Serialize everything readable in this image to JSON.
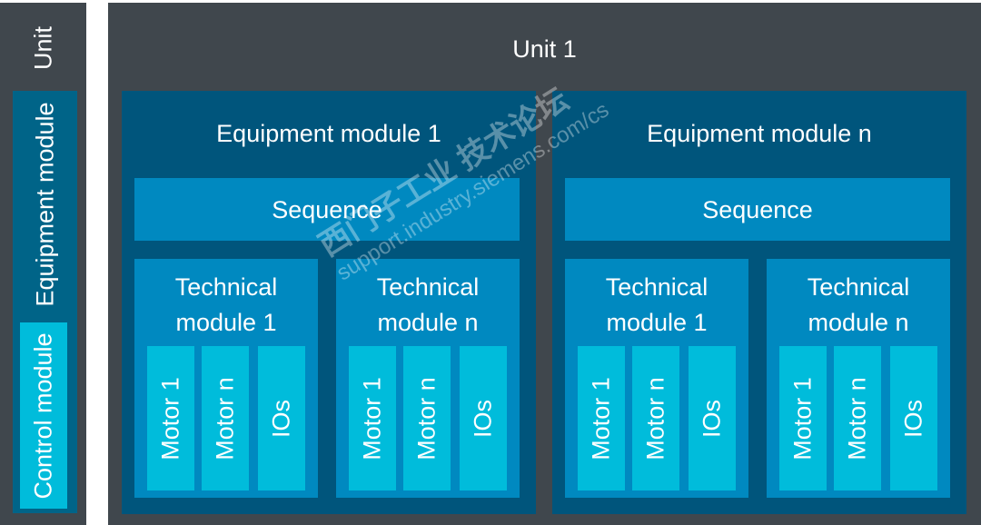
{
  "legend": {
    "unit": "Unit",
    "equipment_module": "Equipment module",
    "control_module": "Control module"
  },
  "unit": {
    "title": "Unit 1",
    "equipment_modules": [
      {
        "title": "Equipment module 1",
        "sequence": "Sequence",
        "technical_modules": [
          {
            "line1": "Technical",
            "line2": "module 1",
            "controls": [
              "Motor 1",
              "Motor n",
              "IOs"
            ]
          },
          {
            "line1": "Technical",
            "line2": "module n",
            "controls": [
              "Motor 1",
              "Motor n",
              "IOs"
            ]
          }
        ]
      },
      {
        "title": "Equipment module n",
        "sequence": "Sequence",
        "technical_modules": [
          {
            "line1": "Technical",
            "line2": "module 1",
            "controls": [
              "Motor 1",
              "Motor n",
              "IOs"
            ]
          },
          {
            "line1": "Technical",
            "line2": "module n",
            "controls": [
              "Motor 1",
              "Motor n",
              "IOs"
            ]
          }
        ]
      }
    ]
  },
  "watermark": {
    "line1": "西门子工业  技术论坛",
    "line2": "support.industry.siemens.com/cs"
  },
  "colors": {
    "unit": "#40474d",
    "equipment_module": "#00557c",
    "technical_module": "#0089c0",
    "control_module": "#00bcdb"
  }
}
